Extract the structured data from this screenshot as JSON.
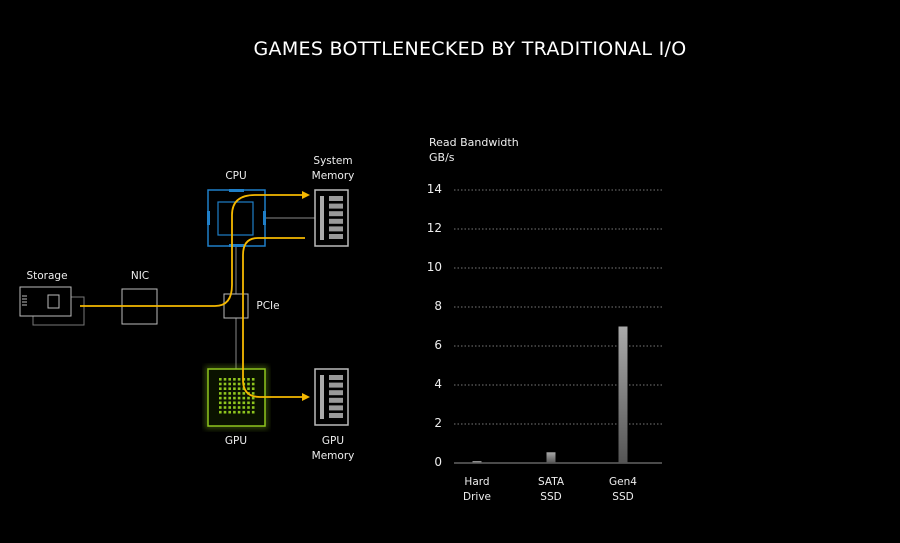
{
  "title": "GAMES BOTTLENECKED BY TRADITIONAL I/O",
  "diagram": {
    "storage": "Storage",
    "nic": "NIC",
    "cpu": "CPU",
    "system_memory": [
      "System",
      "Memory"
    ],
    "pcie": "PCIe",
    "gpu": "GPU",
    "gpu_memory": [
      "GPU",
      "Memory"
    ],
    "colors": {
      "path": "#f5b800",
      "cpu": "#1f7fc8",
      "gpu": "#8fc61e",
      "box": "#bbbbbb"
    }
  },
  "chart_data": {
    "type": "bar",
    "ylabel": [
      "Read Bandwidth",
      "GB/s"
    ],
    "categories": [
      [
        "Hard",
        "Drive"
      ],
      [
        "SATA",
        "SSD"
      ],
      [
        "Gen4",
        "SSD"
      ]
    ],
    "values": [
      0.1,
      0.55,
      7.0
    ],
    "ylim": [
      0,
      14
    ],
    "yticks": [
      "0",
      "2",
      "4",
      "6",
      "8",
      "10",
      "12",
      "14"
    ],
    "grid": true
  }
}
